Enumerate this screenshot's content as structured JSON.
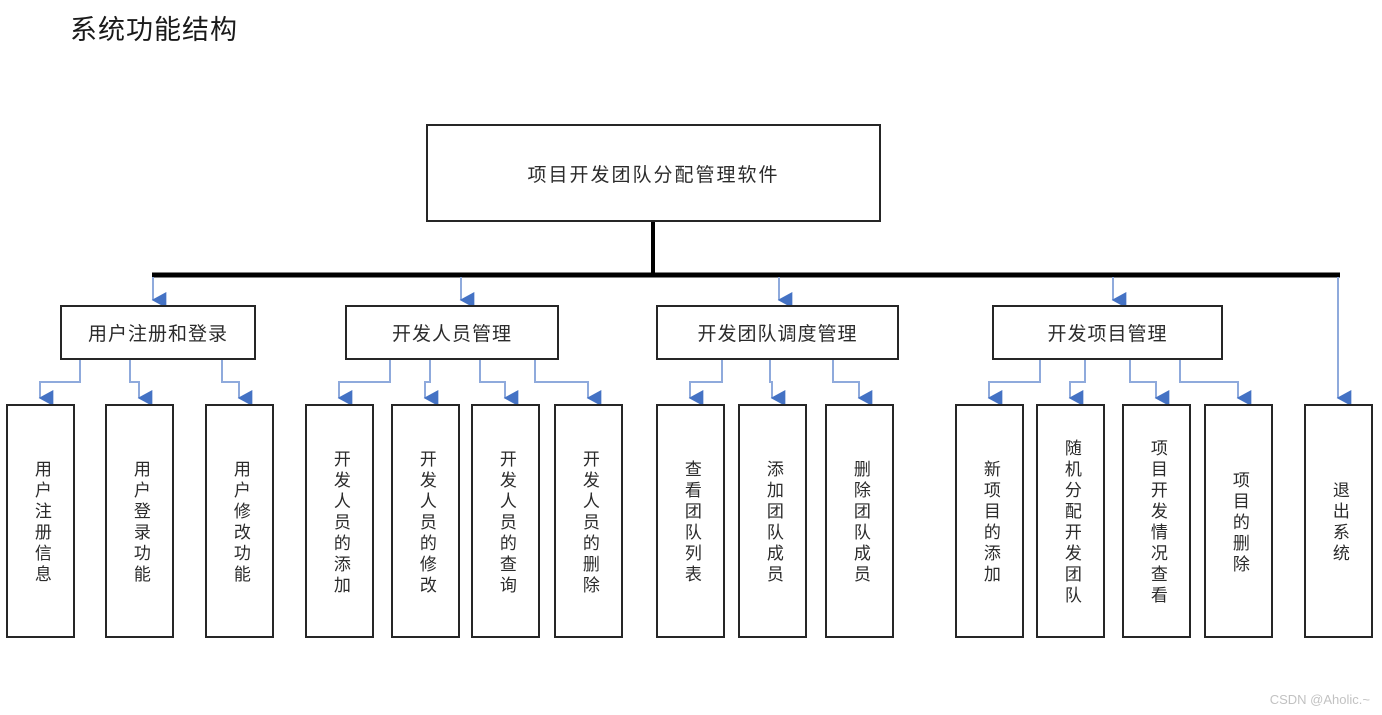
{
  "title": "系统功能结构",
  "watermark": "CSDN @Aholic.~",
  "colors": {
    "box_border": "#262626",
    "bus_line": "#000000",
    "arrow": "#4472C4",
    "arrow_light": "#8FAADC",
    "text": "#2b2b2b",
    "background": "#ffffff",
    "watermark": "#c2c2c2"
  },
  "root": {
    "label": "项目开发团队分配管理软件"
  },
  "branches": [
    {
      "label": "用户注册和登录",
      "children": [
        {
          "label": "用户注册信息"
        },
        {
          "label": "用户登录功能"
        },
        {
          "label": "用户修改功能"
        }
      ]
    },
    {
      "label": "开发人员管理",
      "children": [
        {
          "label": "开发人员的添加"
        },
        {
          "label": "开发人员的修改"
        },
        {
          "label": "开发人员的查询"
        },
        {
          "label": "开发人员的删除"
        }
      ]
    },
    {
      "label": "开发团队调度管理",
      "children": [
        {
          "label": "查看团队列表"
        },
        {
          "label": "添加团队成员"
        },
        {
          "label": "删除团队成员"
        }
      ]
    },
    {
      "label": "开发项目管理",
      "children": [
        {
          "label": "新项目的添加"
        },
        {
          "label": "随机分配开发团队"
        },
        {
          "label": "项目开发情况查看"
        },
        {
          "label": "项目的删除"
        }
      ]
    }
  ],
  "standalone": {
    "label": "退出系统"
  }
}
